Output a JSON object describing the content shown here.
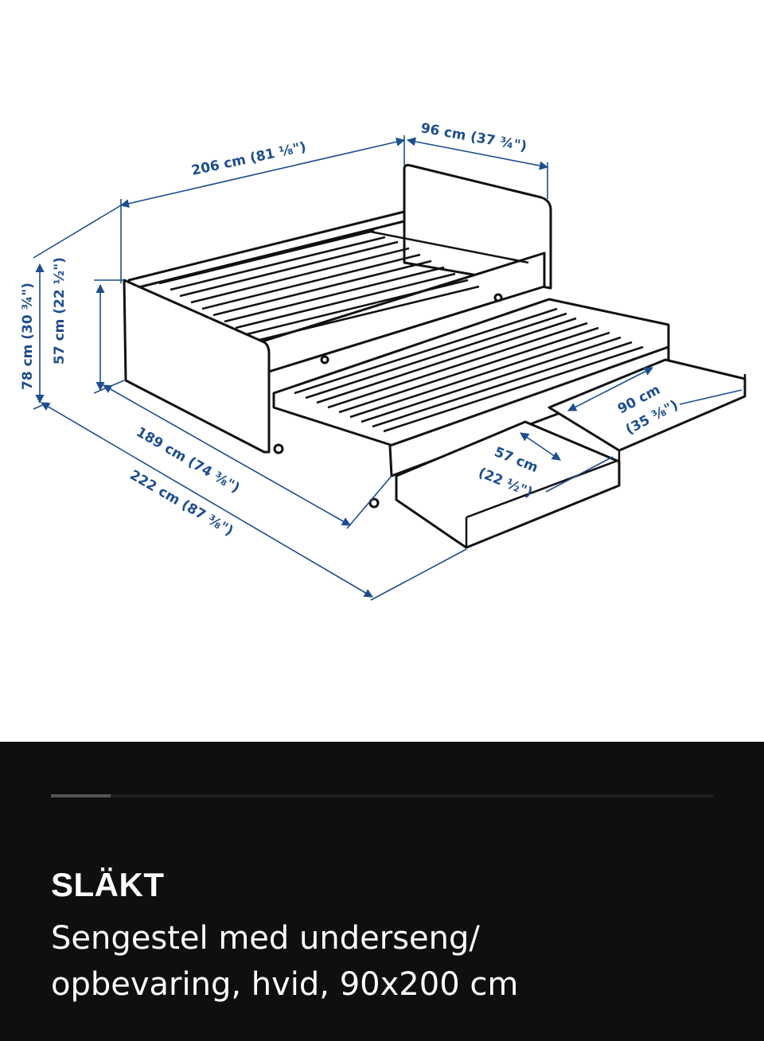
{
  "diagram": {
    "labels": {
      "total_width": "206 cm (81 ⅛\")",
      "depth": "96 cm (37 ¾\")",
      "total_height": "78 cm (30 ¾\")",
      "side_height": "57 cm (22 ½\")",
      "inner_length": "189 cm (74 ⅜\")",
      "total_length": "222 cm (87 ⅜\")",
      "drawer_width_value": "90 cm",
      "drawer_width_imperial": "(35 ⅜\")",
      "drawer_depth_value": "57 cm",
      "drawer_depth_imperial": "(22 ½\")"
    },
    "colors": {
      "dimension": "#1d4e8f",
      "outline": "#111111"
    }
  },
  "carousel": {
    "position": 0.09
  },
  "product": {
    "name": "SLÄKT",
    "description_line1": "Sengestel med underseng/",
    "description_line2": "opbevaring, hvid, 90x200 cm"
  }
}
